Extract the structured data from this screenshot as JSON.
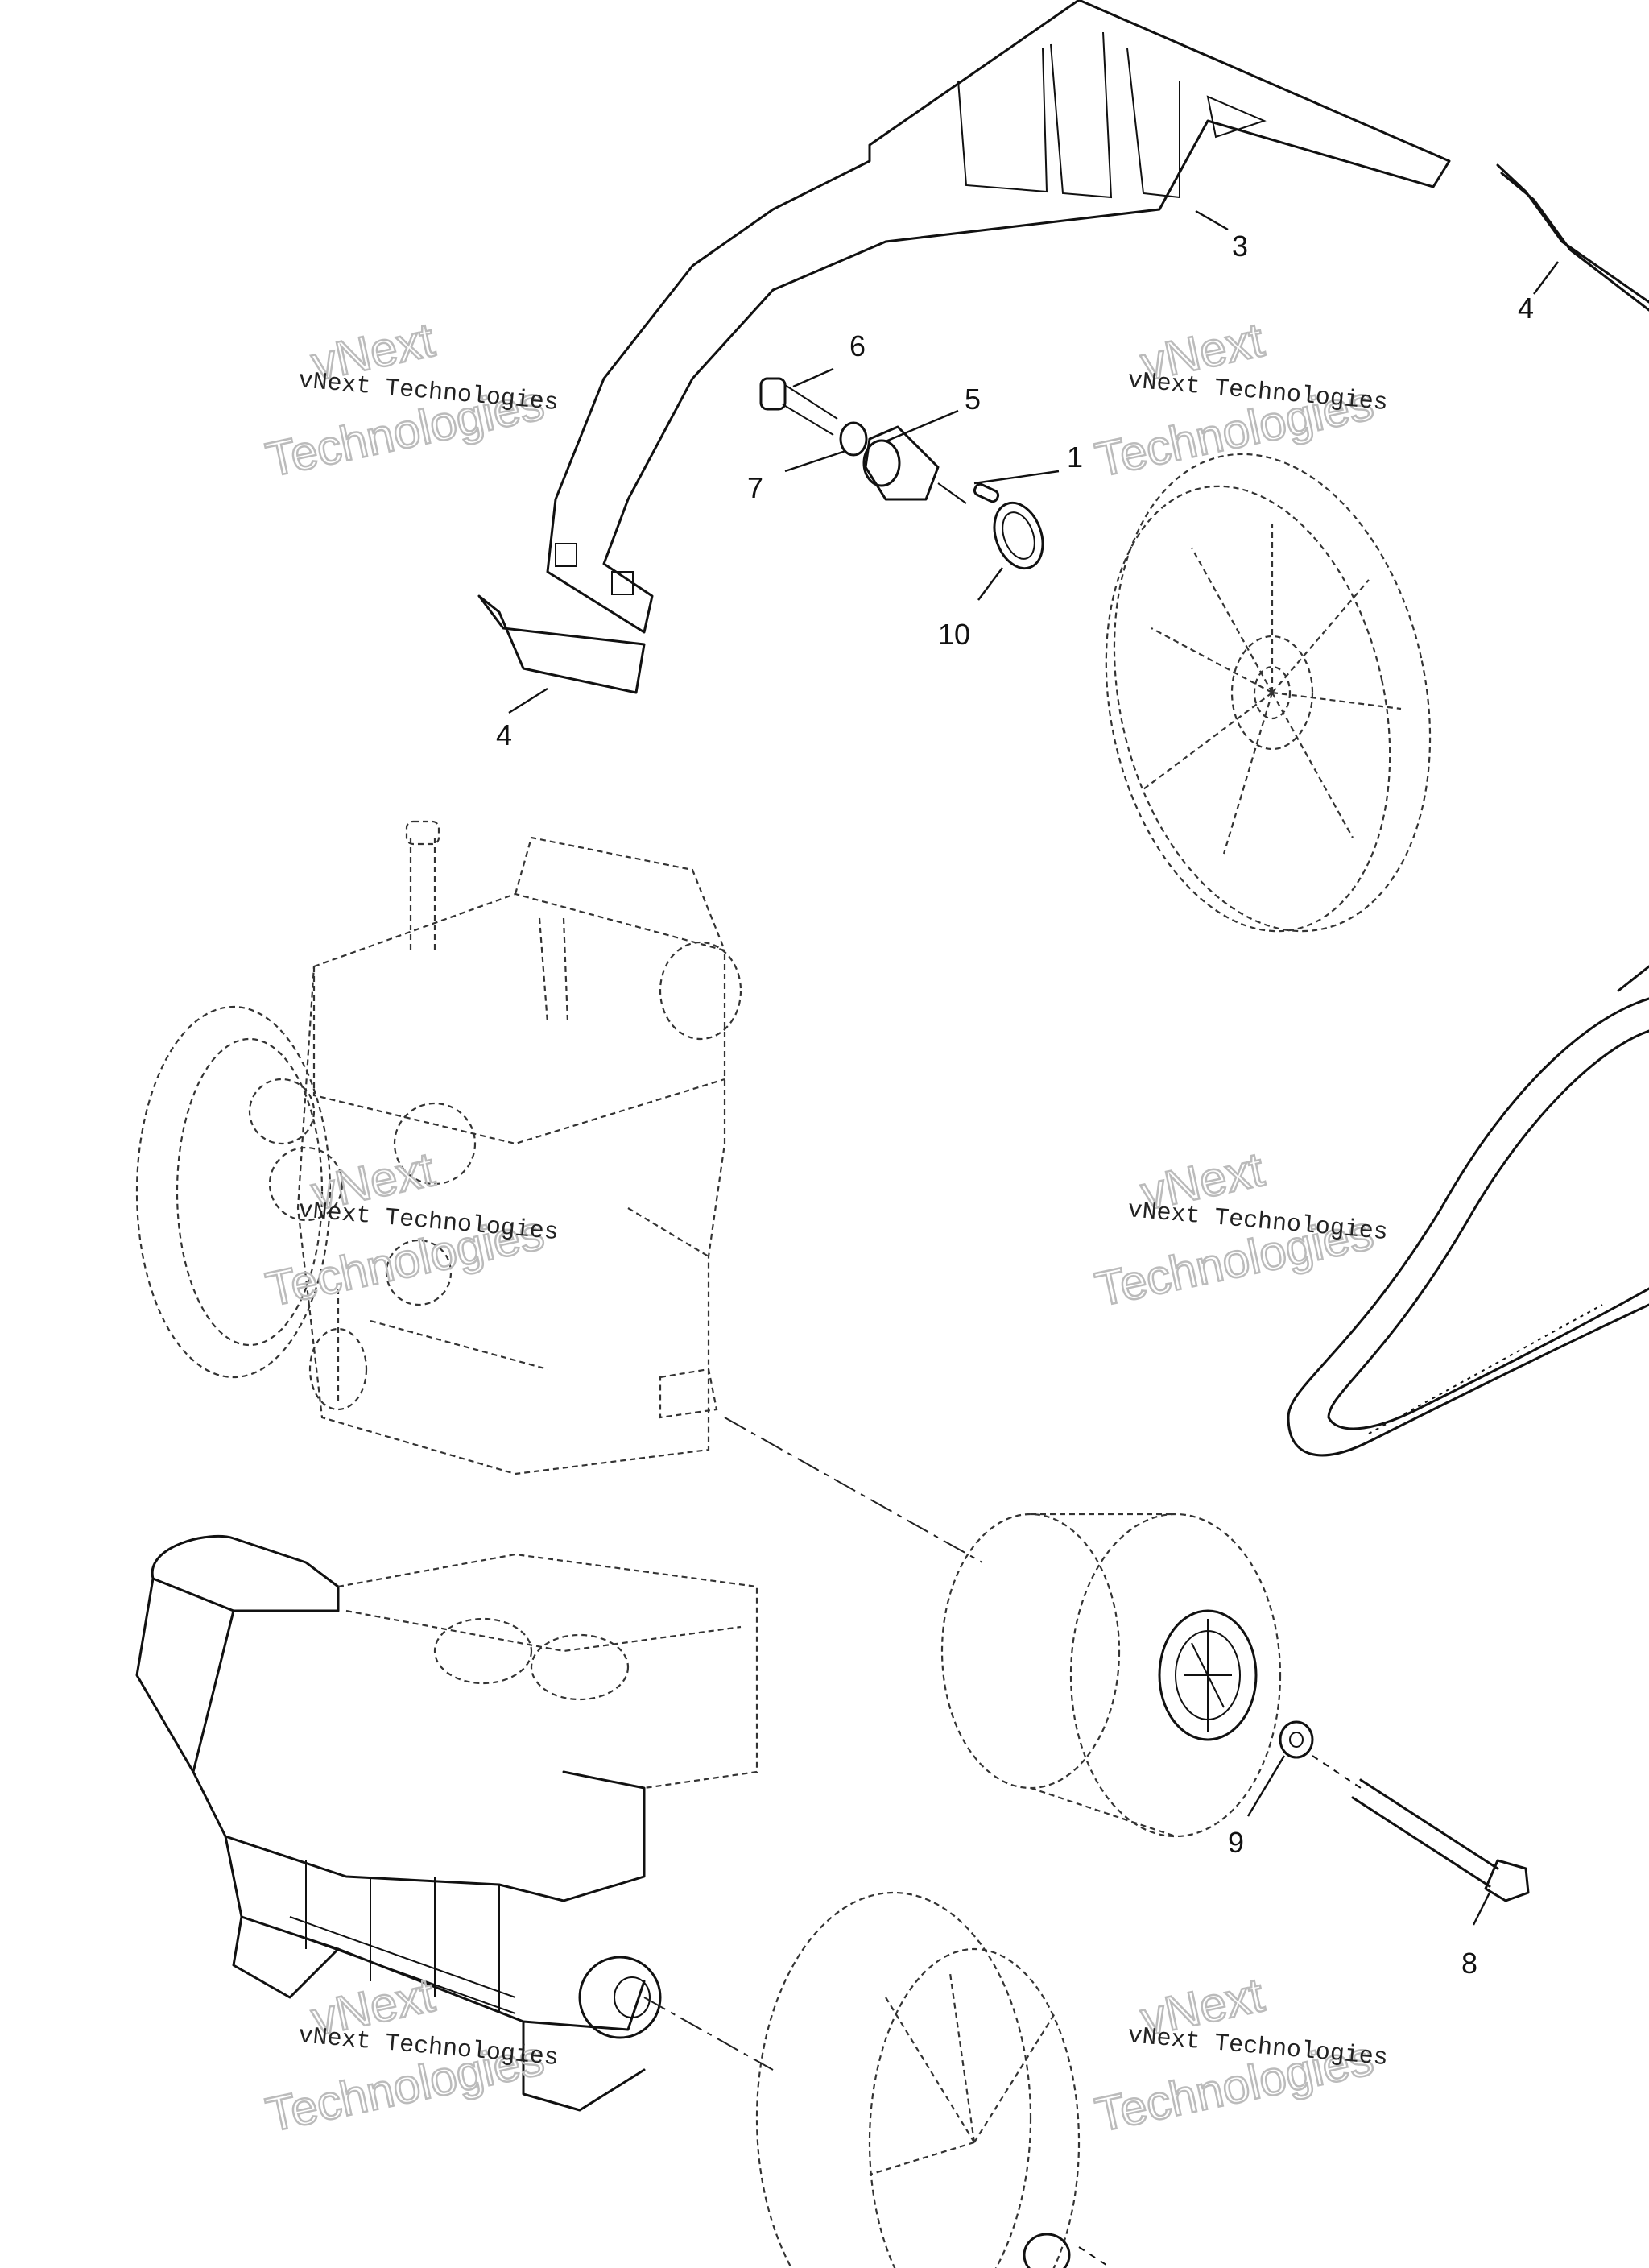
{
  "callouts": [
    {
      "id": "1",
      "text": "1"
    },
    {
      "id": "3",
      "text": "3"
    },
    {
      "id": "4a",
      "text": "4"
    },
    {
      "id": "4b",
      "text": "4"
    },
    {
      "id": "5",
      "text": "5"
    },
    {
      "id": "6",
      "text": "6"
    },
    {
      "id": "7",
      "text": "7"
    },
    {
      "id": "8",
      "text": "8"
    },
    {
      "id": "9",
      "text": "9"
    },
    {
      "id": "10",
      "text": "10"
    }
  ],
  "watermark": {
    "small": "vNext Technologies",
    "big_line1": "vNext",
    "big_line2": "Technologies"
  }
}
